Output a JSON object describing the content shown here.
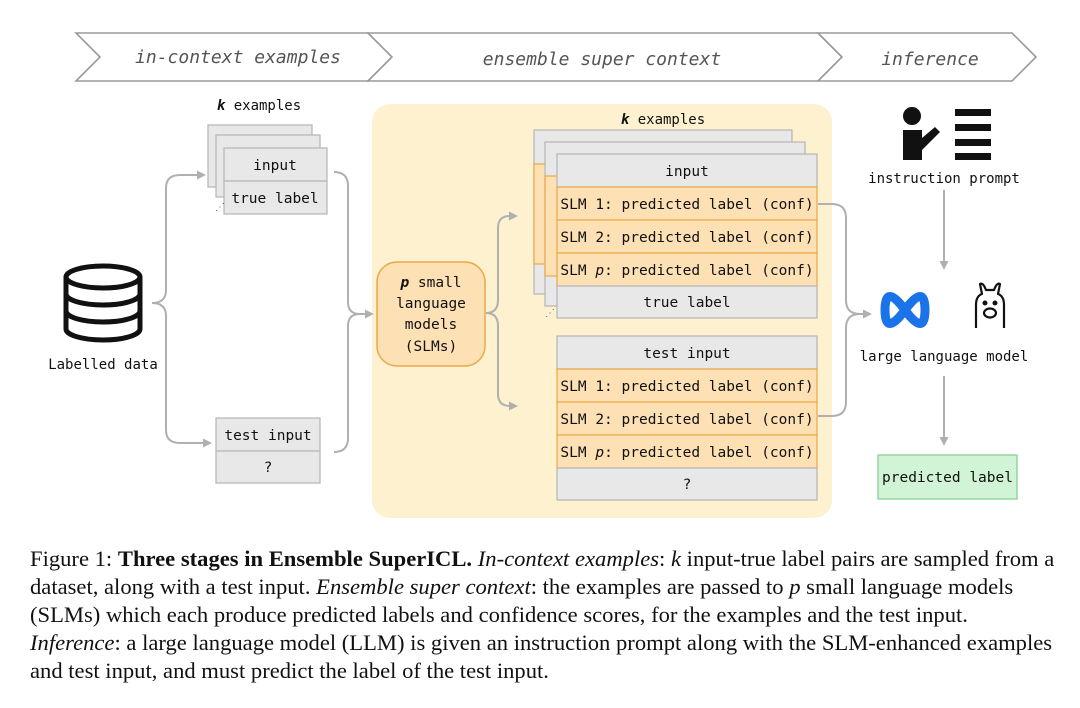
{
  "stages": [
    "in-context examples",
    "ensemble super context",
    "inference"
  ],
  "left": {
    "db_label": "Labelled data",
    "k_examples": "examples",
    "k_var": "k",
    "example_input": "input",
    "example_label": "true label",
    "test_input": "test input",
    "test_unknown": "?"
  },
  "slm_node": {
    "var": "p",
    "line1_rest": " small",
    "line2": "language",
    "line3": "models",
    "line4": "(SLMs)"
  },
  "middle": {
    "k_var": "k",
    "k_examples": "examples",
    "example_input": "input",
    "slm_rows": [
      "SLM 1: predicted label (conf)",
      "SLM 2: predicted label (conf)"
    ],
    "slm_p_prefix": "SLM ",
    "slm_p_var": "p",
    "slm_p_suffix": ": predicted label (conf)",
    "true_label": "true label",
    "test_input": "test input",
    "test_unknown": "?"
  },
  "right": {
    "instruction_label": "instruction prompt",
    "llm_label": "large language model",
    "predicted_label": "predicted label"
  },
  "colors": {
    "panel_bg": "#fdf1cf",
    "slm_fill": "#fde0b4",
    "slm_border": "#eaa84a",
    "gray_box": "#e8e8e8",
    "gray_border": "#b5b5b5",
    "green_fill": "#d2f4d6",
    "green_border": "#8fd39a",
    "arrow": "#b0b0b0",
    "meta_blue": "#1a73e8"
  },
  "icons": [
    "database-icon",
    "teacher-icon",
    "meta-logo-icon",
    "llama-icon"
  ],
  "caption": {
    "prefix": "Figure 1: ",
    "title": "Three stages in Ensemble SuperICL.",
    "s1_name": "In-context examples",
    "s1_mid": ": ",
    "s1_var": "k",
    "s1_text": " input-true label pairs are sampled from a dataset, along with a test input. ",
    "s2_name": "Ensemble super context",
    "s2_mid": ": the examples are passed to ",
    "s2_var": "p",
    "s2_text": " small language models (SLMs) which each produce predicted labels and confidence scores, for the examples and the test input. ",
    "s3_name": "Inference",
    "s3_text": ": a large language model (LLM) is given an instruction prompt along with the SLM-enhanced examples and test input, and must predict the label of the test input."
  }
}
